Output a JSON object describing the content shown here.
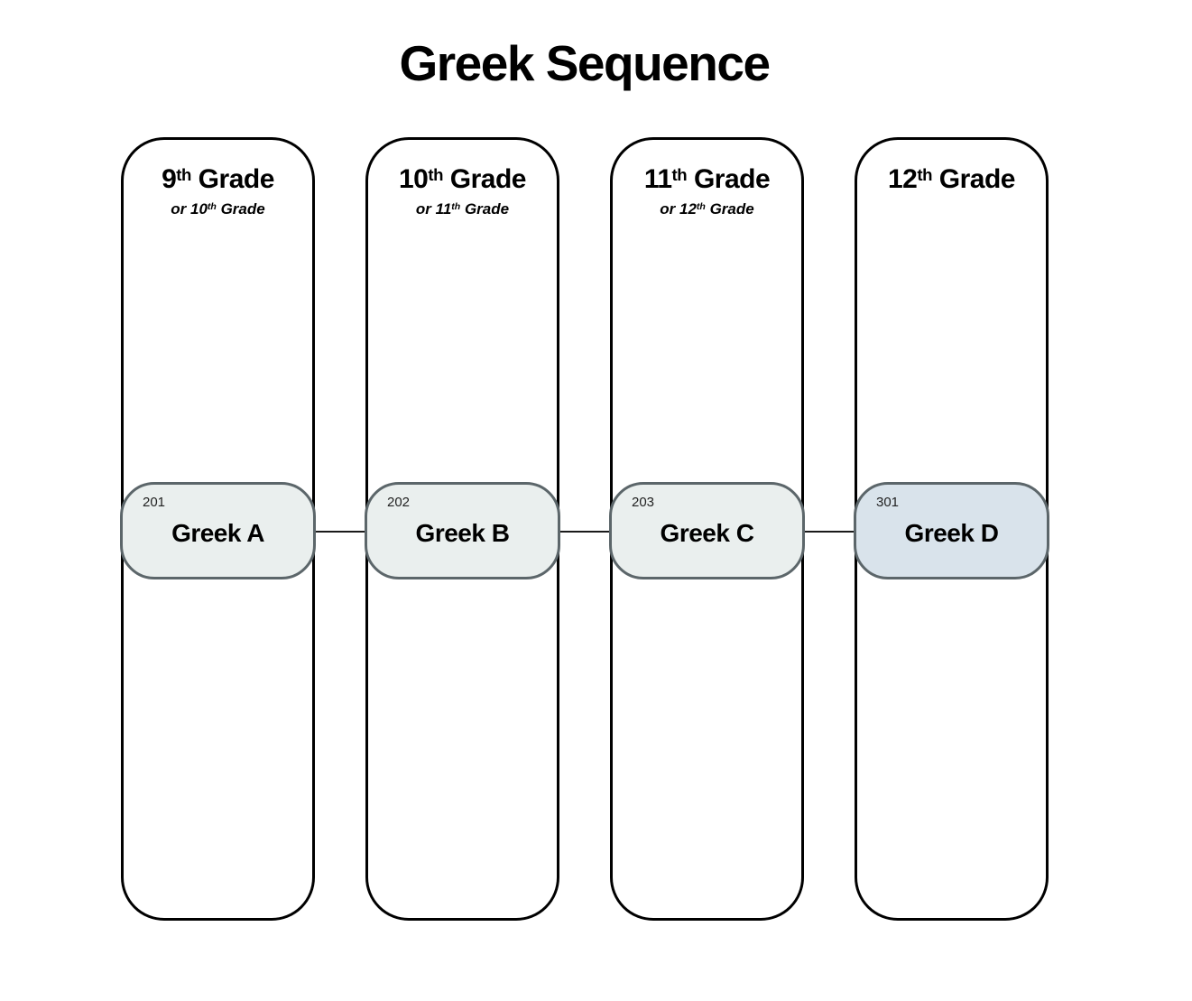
{
  "title": "Greek Sequence",
  "colors": {
    "background": "#ffffff",
    "column_border": "#000000",
    "course_border": "#5c666a",
    "course_fill_regular": "#eaefee",
    "course_fill_advanced": "#d9e3eb",
    "connector": "#1a1a1a",
    "text": "#000000"
  },
  "columns": [
    {
      "header": {
        "main_pre": "9",
        "main_sup": "th",
        "main_post": " Grade",
        "sub_pre": "or 10",
        "sub_sup": "th",
        "sub_post": " Grade"
      },
      "course": {
        "number": "201",
        "name": "Greek A",
        "fill": "#eaefee"
      }
    },
    {
      "header": {
        "main_pre": "10",
        "main_sup": "th",
        "main_post": " Grade",
        "sub_pre": "or 11",
        "sub_sup": "th",
        "sub_post": " Grade"
      },
      "course": {
        "number": "202",
        "name": "Greek B",
        "fill": "#eaefee"
      }
    },
    {
      "header": {
        "main_pre": "11",
        "main_sup": "th",
        "main_post": " Grade",
        "sub_pre": "or 12",
        "sub_sup": "th",
        "sub_post": " Grade"
      },
      "course": {
        "number": "203",
        "name": "Greek C",
        "fill": "#eaefee"
      }
    },
    {
      "header": {
        "main_pre": "12",
        "main_sup": "th",
        "main_post": " Grade",
        "sub_pre": "",
        "sub_sup": "",
        "sub_post": ""
      },
      "course": {
        "number": "301",
        "name": "Greek D",
        "fill": "#d9e3eb"
      }
    }
  ]
}
